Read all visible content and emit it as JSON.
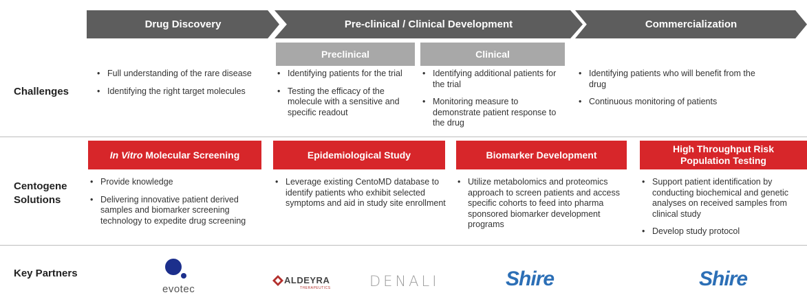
{
  "phases": {
    "drug_discovery": "Drug Discovery",
    "preclinical_clinical": "Pre-clinical / Clinical Development",
    "commercialization": "Commercialization",
    "preclinical": "Preclinical",
    "clinical": "Clinical"
  },
  "row_labels": {
    "challenges": "Challenges",
    "solutions_line1": "Centogene",
    "solutions_line2": "Solutions",
    "partners": "Key Partners"
  },
  "challenges": {
    "discovery": [
      "Full understanding of the rare disease",
      "Identifying the right target molecules"
    ],
    "preclinical": [
      "Identifying patients for the trial",
      "Testing the efficacy of the molecule with a sensitive and specific readout"
    ],
    "clinical": [
      "Identifying additional patients for the trial",
      "Monitoring measure to demonstrate patient response to the drug"
    ],
    "commercial": [
      "Identifying patients who will benefit from the drug",
      "Continuous monitoring of patients"
    ]
  },
  "solutions": {
    "screening": {
      "title_italic": "In Vitro",
      "title_rest": " Molecular Screening",
      "bullets": [
        "Provide knowledge",
        "Delivering innovative patient derived samples and biomarker screening technology to expedite drug screening"
      ]
    },
    "epidemiology": {
      "title": "Epidemiological Study",
      "bullets": [
        "Leverage existing CentoMD database to identify patients who exhibit selected symptoms and aid in study site enrollment"
      ]
    },
    "biomarker": {
      "title": "Biomarker Development",
      "bullets": [
        "Utilize metabolomics and proteomics approach to screen patients and access specific cohorts to feed into pharma sponsored biomarker development programs"
      ]
    },
    "risk": {
      "title": "High Throughput Risk Population Testing",
      "bullets": [
        "Support patient identification by conducting biochemical and genetic analyses on received samples from clinical study",
        "Develop study protocol"
      ]
    }
  },
  "partners": {
    "evotec": "evotec",
    "aldeyra": "ALDEYRA",
    "aldeyra_sub": "THERAPEUTICS",
    "denali": "DENALI",
    "shire1": "Shire",
    "shire2": "Shire"
  },
  "colors": {
    "chevron": "#5d5d5d",
    "sub_header": "#a8a8a8",
    "solution_red": "#d7262a",
    "evotec_blue": "#1c2f8c",
    "shire_blue": "#2c6fb6",
    "aldeyra_red": "#b3302d"
  }
}
